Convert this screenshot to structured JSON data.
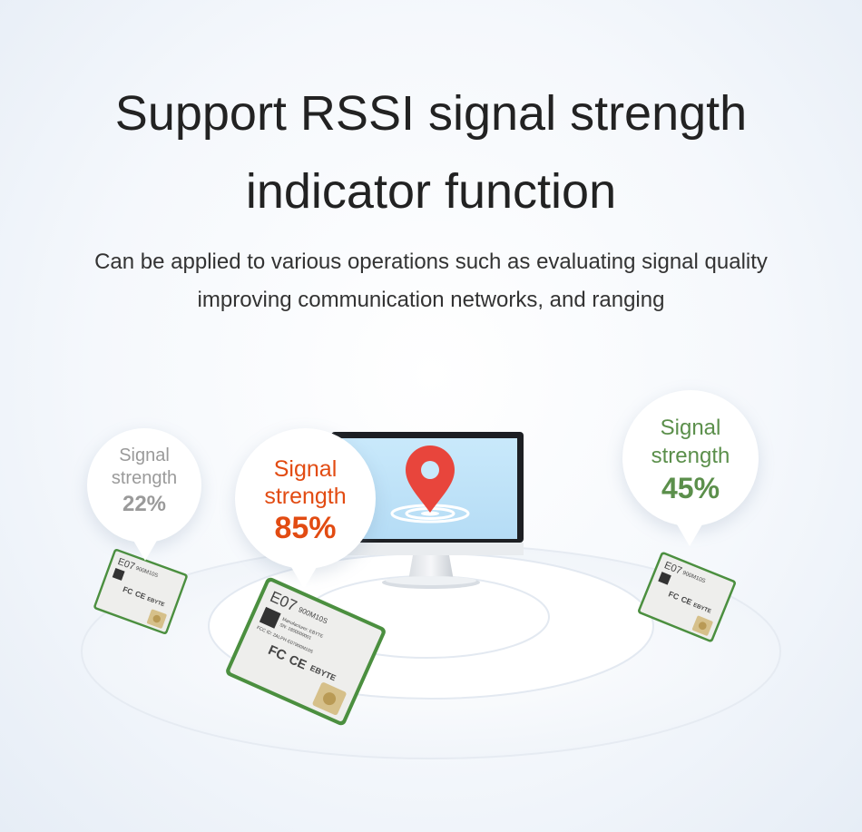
{
  "headline": {
    "line1": "Support RSSI signal strength",
    "line2": "indicator function"
  },
  "subtitle": {
    "line1": "Can be applied to various operations such as evaluating signal quality",
    "line2": "improving communication networks, and ranging"
  },
  "bubbles": {
    "left": {
      "label_line1": "Signal",
      "label_line2": "strength",
      "value": "22%",
      "color": "#9a9a9a"
    },
    "center": {
      "label_line1": "Signal",
      "label_line2": "strength",
      "value": "85%",
      "color": "#e24b12"
    },
    "right": {
      "label_line1": "Signal",
      "label_line2": "strength",
      "value": "45%",
      "color": "#5b8f4b"
    }
  },
  "module": {
    "model": "E07",
    "part": "900M10S",
    "brand": "EBYTE",
    "manufacturer_line": "Manufacturer: EBYTE",
    "sn_line": "SN: 1800000001",
    "fcc_line": "FCC ID: 2ALPH-E07900M10S",
    "fc_mark": "FC",
    "ce_mark": "CE"
  },
  "icons": {
    "location": "location-pin-icon",
    "monitor": "monitor-icon"
  },
  "colors": {
    "pin": "#e8453c",
    "screen": "#bfe3f8",
    "pcb": "#4b8f3f"
  }
}
